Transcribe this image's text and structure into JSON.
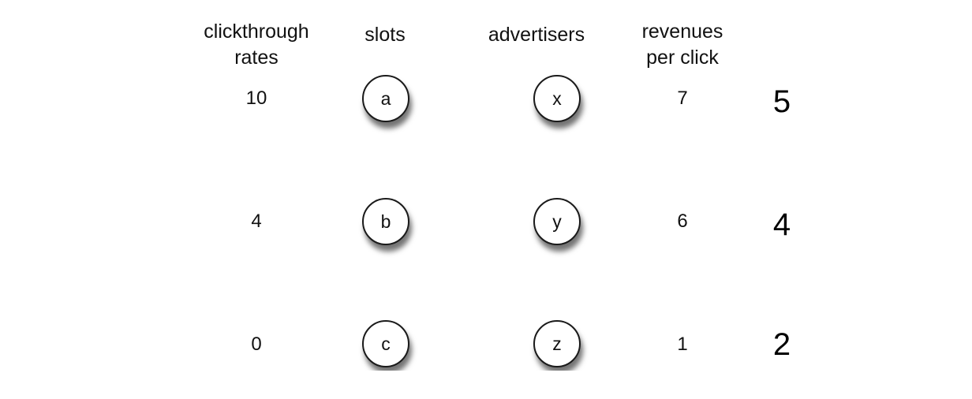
{
  "headers": {
    "ctr": "clickthrough\nrates",
    "slots": "slots",
    "advertisers": "advertisers",
    "revenue": "revenues\nper click"
  },
  "rows": [
    {
      "ctr": "10",
      "slot": "a",
      "advertiser": "x",
      "revenue": "7",
      "score": "5"
    },
    {
      "ctr": "4",
      "slot": "b",
      "advertiser": "y",
      "revenue": "6",
      "score": "4"
    },
    {
      "ctr": "0",
      "slot": "c",
      "advertiser": "z",
      "revenue": "1",
      "score": "2"
    }
  ]
}
